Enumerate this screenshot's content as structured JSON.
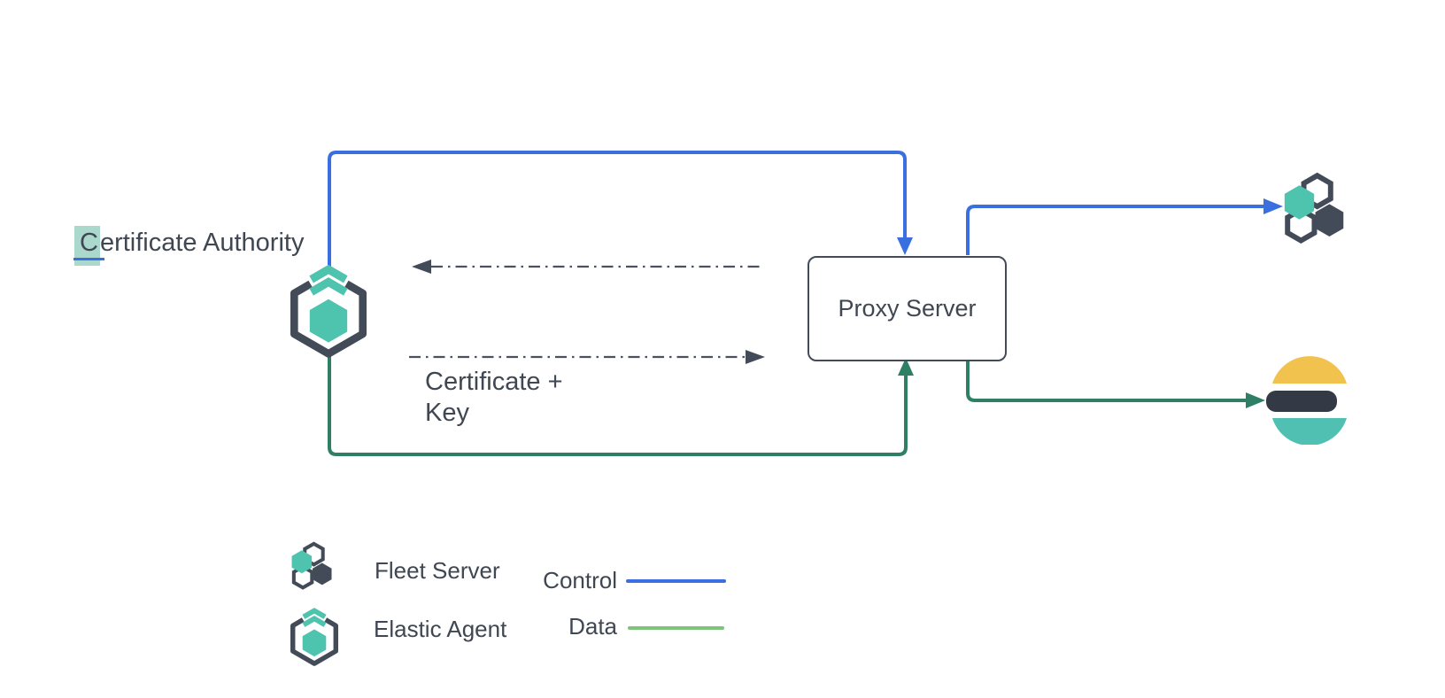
{
  "title": "Proxy Server certificate flow diagram",
  "colors": {
    "control_blue": "#3a6fe0",
    "data_green_dark": "#2e7f66",
    "data_green_light": "#7cc57a",
    "slate": "#434b59",
    "teal": "#4ec3ae",
    "es_yellow": "#f1c24d",
    "es_dark": "#343946",
    "es_teal": "#4fc0b2",
    "text": "#3f4752",
    "highlight_teal": "#abd8cd",
    "page_bg": "#ffffff"
  },
  "labels": {
    "certificate_authority_highlighted_char": "C",
    "certificate_authority_rest": "ertificate Authority",
    "proxy_server": "Proxy Server",
    "certificate_key_line1": "Certificate +",
    "certificate_key_line2": "Key"
  },
  "legend": {
    "items": [
      {
        "icon": "fleet-server-icon",
        "label": "Fleet Server"
      },
      {
        "icon": "elastic-agent-icon",
        "label": "Elastic Agent"
      },
      {
        "swatch": "control-line",
        "label": "Control",
        "color": "#3a6fe0"
      },
      {
        "swatch": "data-line",
        "label": "Data",
        "color": "#7cc57a"
      }
    ]
  },
  "diagram": {
    "nodes": [
      {
        "id": "certificate-authority",
        "label": "Certificate Authority",
        "icon": "elastic-agent-icon"
      },
      {
        "id": "proxy-server",
        "label": "Proxy Server",
        "shape": "rounded-rectangle"
      },
      {
        "id": "fleet-server",
        "icon": "fleet-server-icon"
      },
      {
        "id": "elasticsearch",
        "icon": "elasticsearch-logo"
      }
    ],
    "edges": [
      {
        "from": "certificate-authority",
        "to": "proxy-server",
        "type": "control",
        "style": "solid",
        "color": "#3a6fe0"
      },
      {
        "from": "proxy-server",
        "to": "fleet-server",
        "type": "control",
        "style": "solid",
        "color": "#3a6fe0"
      },
      {
        "from": "certificate-authority",
        "to": "proxy-server",
        "type": "data",
        "style": "solid",
        "color": "#2e7f66"
      },
      {
        "from": "proxy-server",
        "to": "elasticsearch",
        "type": "data",
        "style": "solid",
        "color": "#2e7f66"
      },
      {
        "from": "proxy-server",
        "to": "certificate-authority",
        "type": "request",
        "style": "dash-dot",
        "label": ""
      },
      {
        "from": "certificate-authority",
        "to": "proxy-server",
        "type": "response",
        "style": "dash-dot",
        "label": "Certificate + Key"
      }
    ]
  }
}
